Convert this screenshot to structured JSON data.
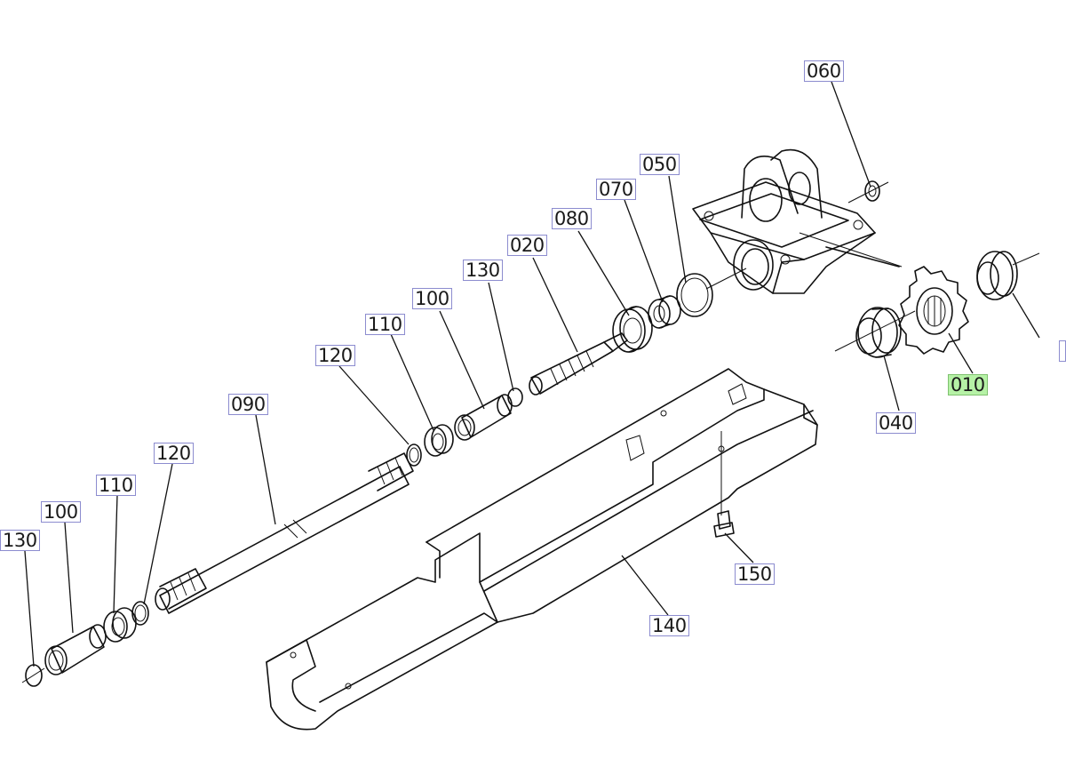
{
  "labels": {
    "l060": "060",
    "l050": "050",
    "l070": "070",
    "l080": "080",
    "l020": "020",
    "l130a": "130",
    "l100a": "100",
    "l110a": "110",
    "l120a": "120",
    "l090": "090",
    "l120b": "120",
    "l110b": "110",
    "l100b": "100",
    "l130b": "130",
    "l010": "010",
    "l040": "040",
    "l150": "150",
    "l140": "140"
  },
  "colors": {
    "label_border": "#8c8ccf",
    "highlight": "#b6f2a6",
    "ink": "#111111"
  }
}
